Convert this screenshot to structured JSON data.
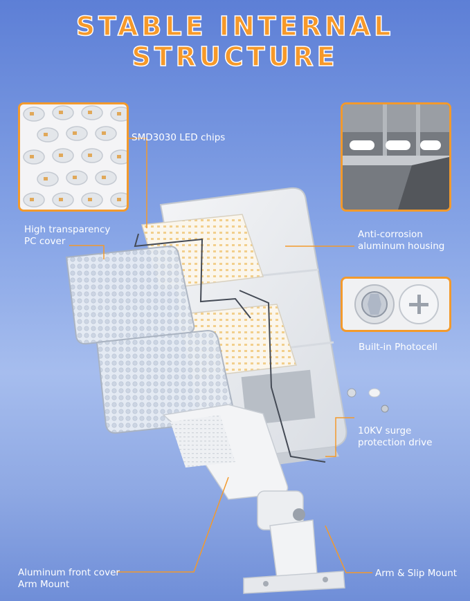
{
  "title": {
    "line1": "STABLE INTERNAL",
    "line2": "STRUCTURE"
  },
  "colors": {
    "accent": "#f39a2c",
    "background": "#7f9ee3",
    "label": "#ffffff"
  },
  "labels": {
    "led_chips": "SMD3030 LED chips",
    "pc_cover_line1": "High transparency",
    "pc_cover_line2": "PC cover",
    "housing_line1": "Anti-corrosion",
    "housing_line2": "aluminum housing",
    "photocell": "Built-in Photocell",
    "surge_line1": "10KV surge",
    "surge_line2": "protection drive",
    "front_cover_line1": "Aluminum front cover",
    "front_cover_line2": "Arm Mount",
    "arm_mount": "Arm & Slip Mount"
  },
  "icons": {
    "led_inset": "led-chip-closeup-icon",
    "housing_inset": "aluminum-housing-closeup-icon",
    "photocell_inset": "photocell-sensor-icon"
  }
}
